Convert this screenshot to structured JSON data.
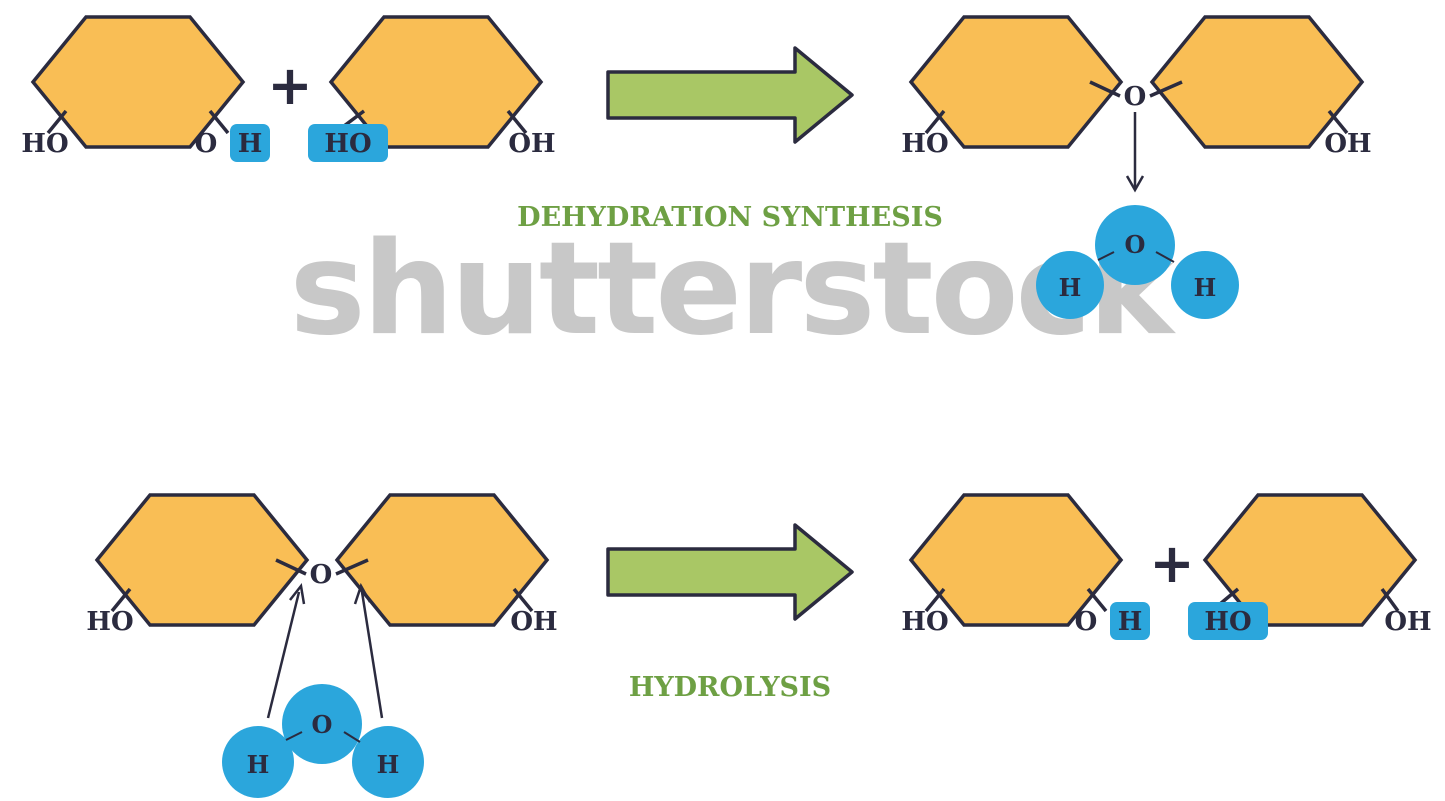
{
  "colors": {
    "ring_fill": "#F9BE55",
    "outline": "#2B2B3F",
    "highlight": "#2BA6DC",
    "arrow_fill": "#A9C765",
    "label_green": "#6EA044",
    "watermark": "#9A9A9A"
  },
  "labels": {
    "ho": "HO",
    "oh": "OH",
    "o": "O",
    "h": "H",
    "plus": "+"
  },
  "dehydration": {
    "title": "DEHYDRATION SYNTHESIS"
  },
  "hydrolysis": {
    "title": "HYDROLYSIS"
  },
  "watermark": {
    "text": "shutterstock"
  }
}
